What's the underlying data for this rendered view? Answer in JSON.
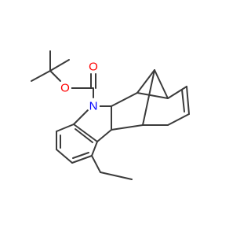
{
  "molecule": {
    "atoms": {
      "oxygen_ester": {
        "symbol": "O",
        "color": "#ff0000"
      },
      "oxygen_carbonyl": {
        "symbol": "O",
        "color": "#ff0000"
      },
      "nitrogen": {
        "symbol": "N",
        "color": "#0000ff"
      }
    },
    "bond_color": "#3b3b3b"
  }
}
